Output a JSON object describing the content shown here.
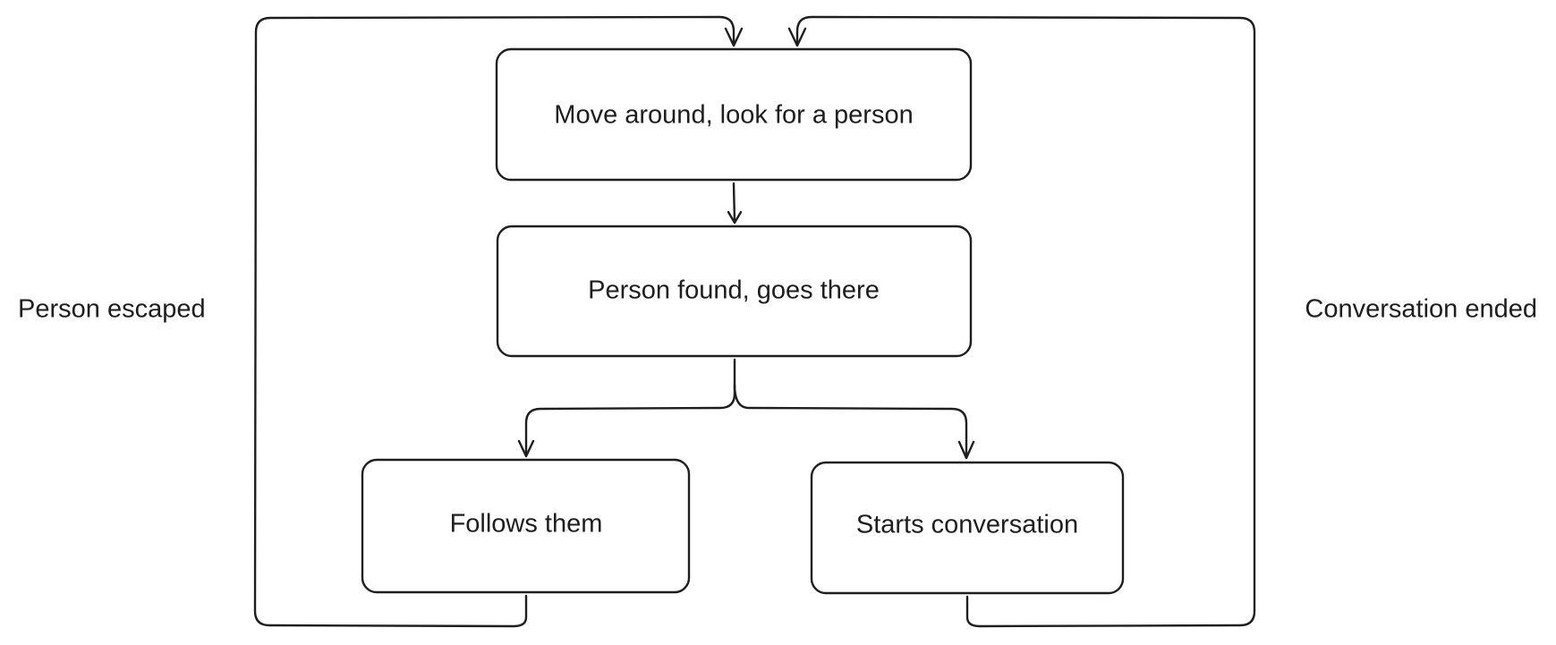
{
  "diagram": {
    "nodes": {
      "search": {
        "label": "Move around, look for a person"
      },
      "found": {
        "label": "Person found, goes there"
      },
      "follow": {
        "label": "Follows them"
      },
      "talk": {
        "label": "Starts conversation"
      }
    },
    "edge_labels": {
      "escaped": "Person escaped",
      "ended": "Conversation ended"
    }
  }
}
